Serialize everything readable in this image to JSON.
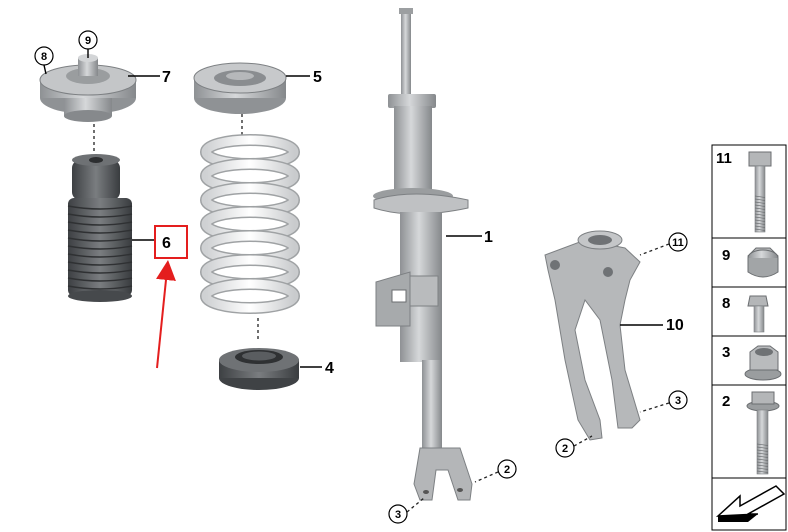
{
  "parts": {
    "p1": "1",
    "p2": "2",
    "p3": "3",
    "p4": "4",
    "p5": "5",
    "p6": "6",
    "p7": "7",
    "p8": "8",
    "p9": "9",
    "p10": "10",
    "p11": "11"
  },
  "callouts": {
    "top_mount_bolt": "8",
    "top_mount_nut": "9",
    "strut_bracket_bolt": "11",
    "strut_fork_bolt": "2",
    "strut_fork_nut": "3",
    "bracket_bolt": "2",
    "bracket_nut": "3"
  },
  "panel": {
    "row_11": "11",
    "row_9": "9",
    "row_8": "8",
    "row_3": "3",
    "row_2": "2"
  },
  "colors": {
    "metal": "#b4b6b8",
    "rubber": "#5c5f62",
    "spring": "#f4f4f4",
    "highlight": "#e41e1e"
  }
}
